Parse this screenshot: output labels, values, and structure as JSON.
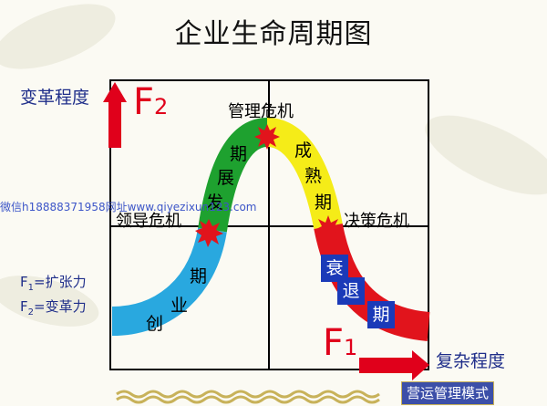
{
  "title": "企业生命周期图",
  "axes": {
    "y_label": "变革程度",
    "x_label": "复杂程度"
  },
  "forces": {
    "f2": {
      "letter": "F",
      "sub": "2"
    },
    "f1": {
      "letter": "F",
      "sub": "1"
    }
  },
  "crises": {
    "leadership": "领导危机",
    "management": "管理危机",
    "decision": "决策危机"
  },
  "stages": {
    "startup": [
      "创",
      "业",
      "期"
    ],
    "growth": [
      "发",
      "展",
      "期"
    ],
    "maturity": [
      "成",
      "熟",
      "期"
    ],
    "decline": [
      "衰",
      "退",
      "期"
    ]
  },
  "legend": {
    "f1_letter": "F",
    "f1_sub": "1",
    "f1_text": "=扩张力",
    "f2_letter": "F",
    "f2_sub": "2",
    "f2_text": "=变革力"
  },
  "watermark": "微信h18888371958网址www.qiyezixun123.com",
  "footer_brand": "营运管理模式",
  "colors": {
    "startup": "#29a8df",
    "growth": "#1ea12f",
    "maturity": "#f5ec18",
    "decline": "#e1141c",
    "arrow": "#e0001b",
    "decline_box": "#1b3ab8"
  }
}
